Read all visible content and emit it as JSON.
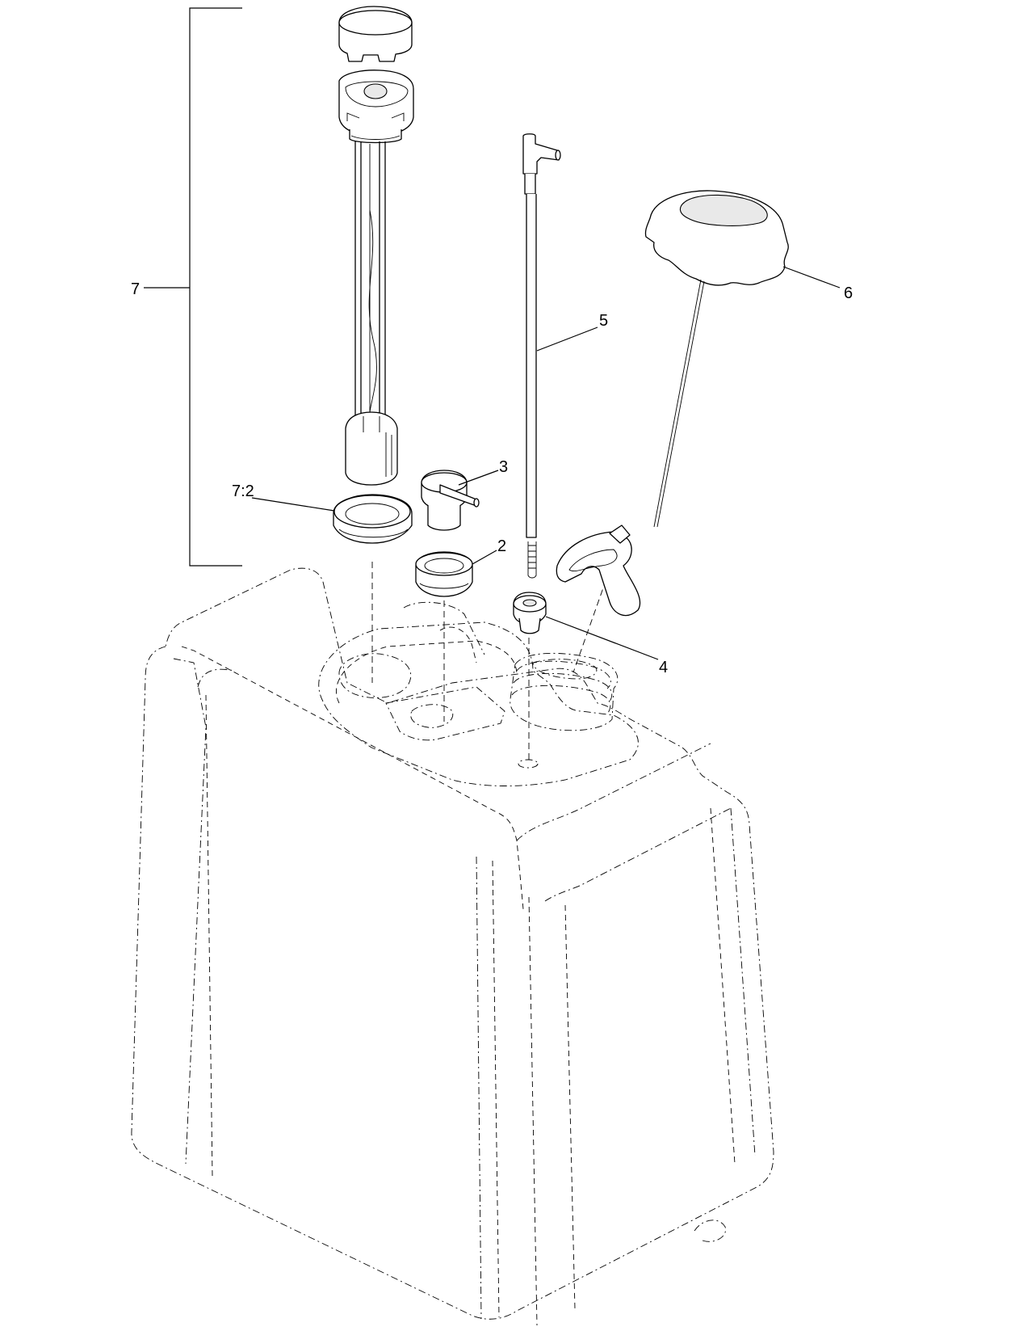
{
  "diagram": {
    "callouts": {
      "item_7": "7",
      "item_7_2": "7:2",
      "item_6": "6",
      "item_5": "5",
      "item_4": "4",
      "item_3": "3",
      "item_2": "2"
    }
  }
}
